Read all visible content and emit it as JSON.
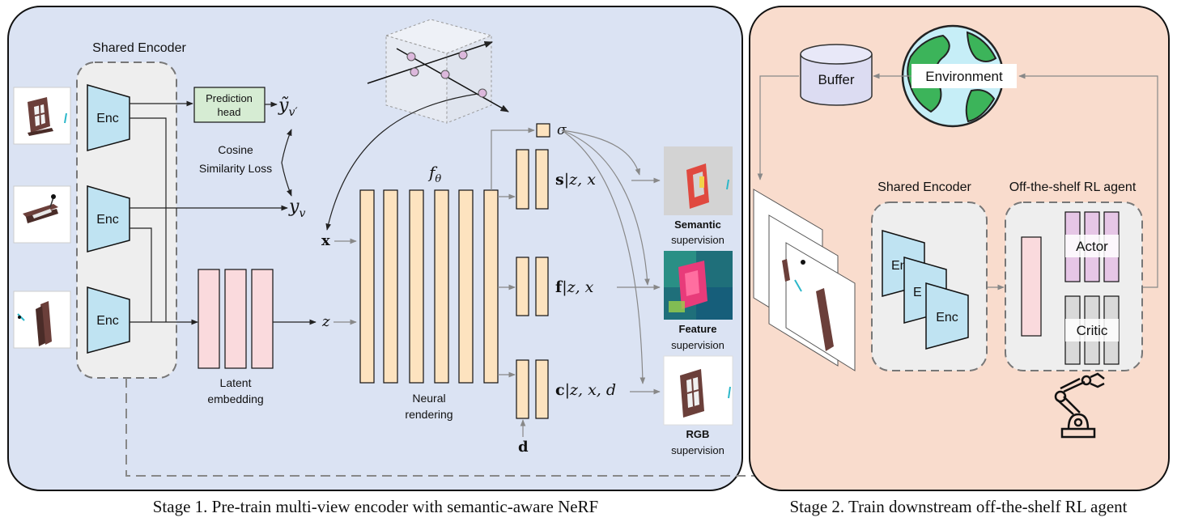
{
  "stage1": {
    "caption": "Stage 1. Pre-train multi-view encoder with semantic-aware NeRF",
    "shared_encoder_title": "Shared Encoder",
    "enc_label": "Enc",
    "prediction_head": [
      "Prediction",
      "head"
    ],
    "loss_label": [
      "Cosine",
      "Similarity Loss"
    ],
    "y_tilde": "ỹ",
    "y_tilde_sub": "v′",
    "y": "y",
    "y_sub": "v",
    "z": "z",
    "x": "x",
    "d": "d",
    "f_theta": "f",
    "f_theta_sub": "θ",
    "sigma": "σ",
    "latent_label": [
      "Latent",
      "embedding"
    ],
    "neural_label": [
      "Neural",
      "rendering"
    ],
    "outputs": [
      {
        "bold": "s",
        "rest": "|z, x"
      },
      {
        "bold": "f",
        "rest": "|z, x"
      },
      {
        "bold": "c",
        "rest": "|z, x, d"
      }
    ],
    "supervision": [
      {
        "title": "Semantic",
        "sub": "supervision"
      },
      {
        "title": "Feature",
        "sub": "supervision"
      },
      {
        "title": "RGB",
        "sub": "supervision"
      }
    ]
  },
  "stage2": {
    "caption": "Stage 2. Train downstream off-the-shelf RL agent",
    "buffer": "Buffer",
    "environment": "Environment",
    "shared_encoder_title": "Shared Encoder",
    "rl_agent_title": "Off-the-shelf RL agent",
    "enc_partial": [
      "En",
      "E",
      "Enc"
    ],
    "actor": "Actor",
    "critic": "Critic"
  },
  "colors": {
    "stage1_bg": "#dbe3f3",
    "stage2_bg": "#f9dccd",
    "encoder_fill": "#bfe3f2",
    "latent_fill": "#fadadd",
    "nerf_fill": "#fde3bf",
    "head_fill": "#d6ecd3",
    "actor_fill": "#e6c6e6",
    "critic_fill": "#d9d9d9",
    "earth_water": "#c6eef7",
    "earth_land": "#3cb45a"
  }
}
